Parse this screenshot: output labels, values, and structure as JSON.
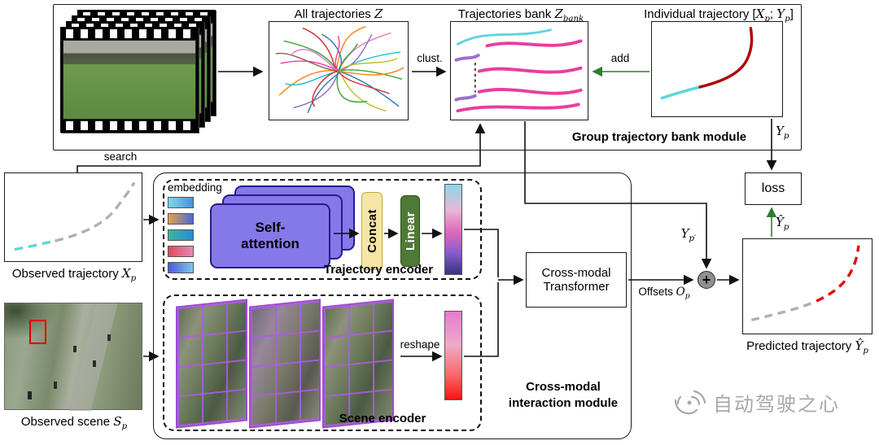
{
  "colors": {
    "arrow_black": "#111111",
    "arrow_green": "#2e7d32",
    "bank_magenta": "#e83e9c",
    "trajectory_cyan": "#5bd7d7",
    "trajectory_red": "#c00000",
    "predicted_red": "#e01010",
    "observed_gray": "#b0b0b0",
    "attention_purple": "#8578e8",
    "concat_yellow": "#f5e6a8",
    "linear_green": "#4e7a35"
  },
  "labels": {
    "group_module_title": "Group trajectory bank module",
    "all_trajectories": [
      {
        "t": "All trajectories "
      },
      {
        "t": "Z",
        "m": 1
      }
    ],
    "bank": [
      {
        "t": "Trajectories bank "
      },
      {
        "t": "Z",
        "m": 1
      },
      {
        "t": "bank",
        "m": 1,
        "s": 1
      }
    ],
    "individual": [
      {
        "t": "Individual trajectory ["
      },
      {
        "t": "X",
        "m": 1
      },
      {
        "t": "p",
        "m": 1,
        "s": 1
      },
      {
        "t": "; "
      },
      {
        "t": "Y",
        "m": 1
      },
      {
        "t": "p",
        "m": 1,
        "s": 1
      },
      {
        "t": "]"
      }
    ],
    "clust": "clust.",
    "add": "add",
    "search": "search",
    "observed_trajectory": [
      {
        "t": "Observed trajectory "
      },
      {
        "t": "X",
        "m": 1
      },
      {
        "t": "p",
        "m": 1,
        "s": 1
      }
    ],
    "observed_scene": [
      {
        "t": "Observed scene "
      },
      {
        "t": "S",
        "m": 1
      },
      {
        "t": "p",
        "m": 1,
        "s": 1
      }
    ],
    "embedding": "embedding",
    "self_attention": "Self-attention",
    "concat": "Concat",
    "linear": "Linear",
    "trajectory_encoder_title": "Trajectory encoder",
    "reshape": "reshape",
    "scene_encoder_title": "Scene encoder",
    "transformer": [
      "Cross-modal",
      "Transformer"
    ],
    "interaction_module_title": [
      "Cross-modal",
      "interaction module"
    ],
    "loss": "loss",
    "y_p": [
      {
        "t": "Y",
        "m": 1
      },
      {
        "t": "p",
        "m": 1,
        "s": 1
      }
    ],
    "y_hat_p": [
      {
        "t": "Ŷ",
        "m": 1
      },
      {
        "t": "p",
        "m": 1,
        "s": 1
      }
    ],
    "y_p_prime": [
      {
        "t": "Y",
        "m": 1
      },
      {
        "t": "p′",
        "m": 1,
        "s": 1
      }
    ],
    "offsets": [
      {
        "t": "Offsets "
      },
      {
        "t": "O",
        "m": 1
      },
      {
        "t": "p",
        "m": 1,
        "s": 1
      }
    ],
    "predicted_trajectory": [
      {
        "t": "Predicted trajectory "
      },
      {
        "t": "Ŷ",
        "m": 1
      },
      {
        "t": "p",
        "m": 1,
        "s": 1
      }
    ],
    "plus": "+"
  },
  "watermark": {
    "text": "自动驾驶之心"
  }
}
